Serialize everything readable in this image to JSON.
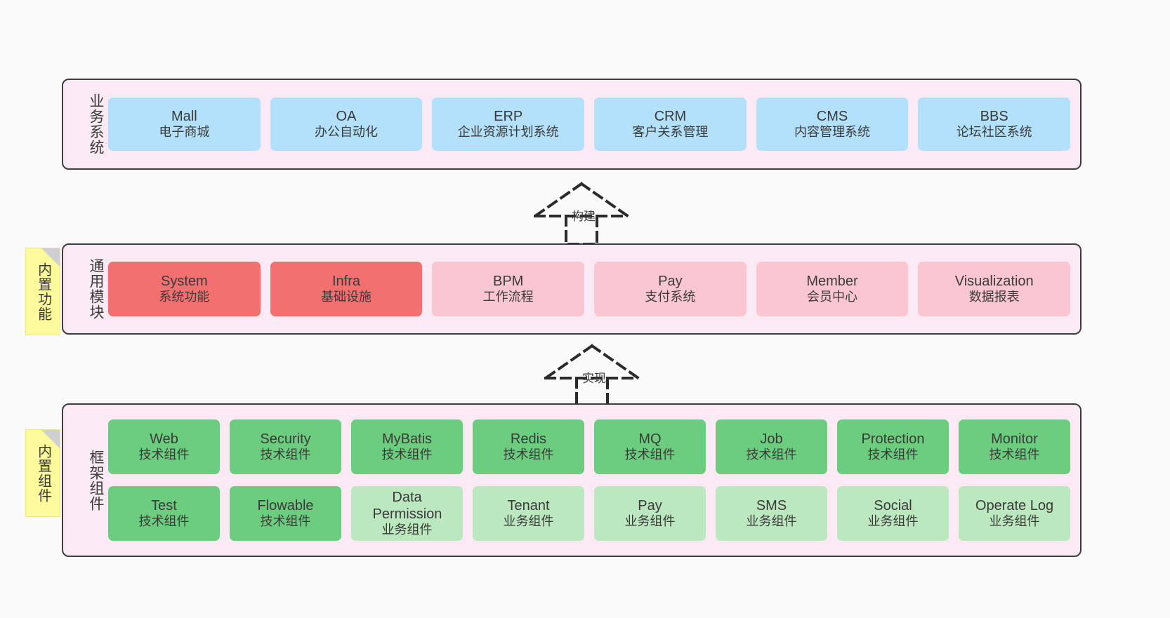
{
  "diagram": {
    "background": "#fafafa",
    "layer_bg": "#fbeaf4",
    "layer_border": "#3d3d3d",
    "note_bg": "#fdfa9c"
  },
  "layers": [
    {
      "id": "business",
      "title": "业务系统",
      "box_color": "#b3e0fb",
      "boxes": [
        {
          "name": "Mall",
          "desc": "电子商城",
          "color": "#b3e0fb"
        },
        {
          "name": "OA",
          "desc": "办公自动化",
          "color": "#b3e0fb"
        },
        {
          "name": "ERP",
          "desc": "企业资源计划系统",
          "color": "#b3e0fb"
        },
        {
          "name": "CRM",
          "desc": "客户关系管理",
          "color": "#b3e0fb"
        },
        {
          "name": "CMS",
          "desc": "内容管理系统",
          "color": "#b3e0fb"
        },
        {
          "name": "BBS",
          "desc": "论坛社区系统",
          "color": "#b3e0fb"
        }
      ]
    },
    {
      "id": "common-modules",
      "title": "通用模块",
      "note": "内置功能",
      "boxes": [
        {
          "name": "System",
          "desc": "系统功能",
          "color": "#f2706f"
        },
        {
          "name": "Infra",
          "desc": "基础设施",
          "color": "#f2706f"
        },
        {
          "name": "BPM",
          "desc": "工作流程",
          "color": "#fac6d1"
        },
        {
          "name": "Pay",
          "desc": "支付系统",
          "color": "#fac6d1"
        },
        {
          "name": "Member",
          "desc": "会员中心",
          "color": "#fac6d1"
        },
        {
          "name": "Visualization",
          "desc": "数据报表",
          "color": "#fac6d1"
        }
      ]
    },
    {
      "id": "framework",
      "title": "框架组件",
      "note": "内置组件",
      "row_top": [
        {
          "name": "Web",
          "desc": "技术组件",
          "color": "#6dcd7e"
        },
        {
          "name": "Security",
          "desc": "技术组件",
          "color": "#6dcd7e"
        },
        {
          "name": "MyBatis",
          "desc": "技术组件",
          "color": "#6dcd7e"
        },
        {
          "name": "Redis",
          "desc": "技术组件",
          "color": "#6dcd7e"
        },
        {
          "name": "MQ",
          "desc": "技术组件",
          "color": "#6dcd7e"
        },
        {
          "name": "Job",
          "desc": "技术组件",
          "color": "#6dcd7e"
        },
        {
          "name": "Protection",
          "desc": "技术组件",
          "color": "#6dcd7e"
        },
        {
          "name": "Monitor",
          "desc": "技术组件",
          "color": "#6dcd7e"
        }
      ],
      "row_bottom": [
        {
          "name": "Test",
          "desc": "技术组件",
          "color": "#6dcd7e"
        },
        {
          "name": "Flowable",
          "desc": "技术组件",
          "color": "#6dcd7e"
        },
        {
          "name": "Data Permission",
          "desc": "业务组件",
          "color": "#bbe8bf"
        },
        {
          "name": "Tenant",
          "desc": "业务组件",
          "color": "#bbe8bf"
        },
        {
          "name": "Pay",
          "desc": "业务组件",
          "color": "#bbe8bf"
        },
        {
          "name": "SMS",
          "desc": "业务组件",
          "color": "#bbe8bf"
        },
        {
          "name": "Social",
          "desc": "业务组件",
          "color": "#bbe8bf"
        },
        {
          "name": "Operate Log",
          "desc": "业务组件",
          "color": "#bbe8bf"
        }
      ]
    }
  ],
  "arrows": [
    {
      "id": "build",
      "label": "构建"
    },
    {
      "id": "implement",
      "label": "实现"
    }
  ]
}
